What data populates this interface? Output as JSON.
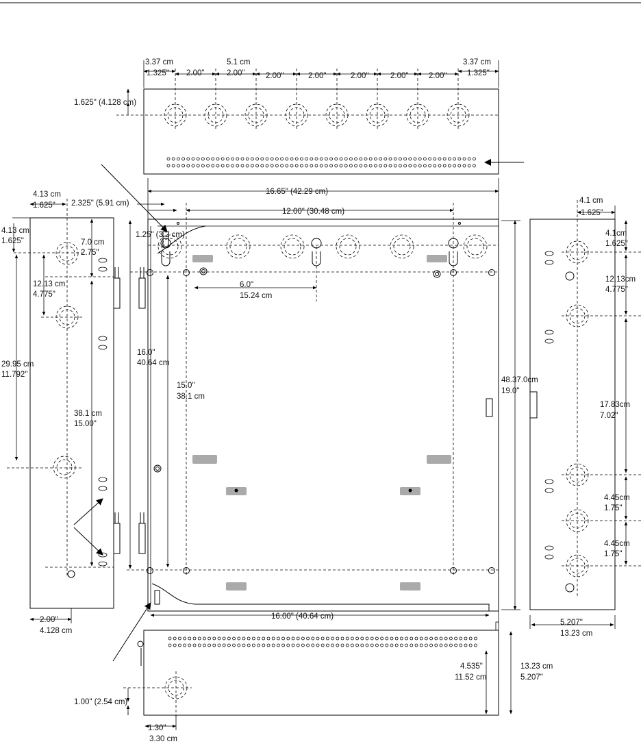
{
  "top_panel": {
    "left_edge_cm": "3.37 cm",
    "left_edge_in": "1.325\"",
    "pitch_cm": "5.1 cm",
    "pitches": [
      "2.00\"",
      "2.00\"",
      "2.00\"",
      "2.00\"",
      "2.00\"",
      "2.00\"",
      "2.00\""
    ],
    "right_edge_cm": "3.37 cm",
    "right_edge_in": "1.325\"",
    "row_offset": "1.625\" (4.128 cm)"
  },
  "front_view": {
    "overall_width": "16.65\" (42.29 cm)",
    "left_offset_in": "1.625\"",
    "left_offset_cm": "4.13  cm",
    "hole_offset": "2.325\" (5.91 cm)",
    "mount_span": "12.00\" (30.48 cm)",
    "tab_offset": "1.25\" (3.2 cm)",
    "keyhole_spacing": [
      "6.0\"",
      "15.24 cm"
    ],
    "outer_height": [
      "16.0\"",
      "40.64 cm"
    ],
    "inner_height": [
      "15.0\"",
      "38.1 cm"
    ],
    "overall_height": [
      "48.37.0cm",
      "19.0\""
    ],
    "inner_width": "16.00\" (40.64 cm)"
  },
  "left_panel": {
    "top_cm": "4.13 cm",
    "top_in": "1.625\"",
    "first_gap": [
      "7.0 cm",
      "2.75\""
    ],
    "second_gap": [
      "12.13 cm",
      "4.775\""
    ],
    "long_gap": [
      "29.95 cm",
      "11.792\""
    ],
    "inner_gap": [
      "38.1 cm",
      "15.00\""
    ],
    "bottom_offset": [
      "2.00\"",
      "4.128  cm"
    ]
  },
  "right_panel": {
    "top_cm": "4.1 cm",
    "top_in": "1.625\"",
    "first_gap": [
      "4.1cm",
      "1.625\""
    ],
    "second_gap": [
      "12.13cm",
      "4.775\""
    ],
    "long_gap": [
      "17.83cm",
      "7.02\""
    ],
    "gap_a": [
      "4.45cm",
      "1.75\""
    ],
    "gap_b": [
      "4.45cm",
      "1.75\""
    ],
    "depth": [
      "5.207\"",
      "13.23 cm"
    ]
  },
  "bottom_panel": {
    "height_in": "4.535\"",
    "height_cm": "11.52 cm",
    "depth": [
      "13.23 cm",
      "5.207\""
    ],
    "row_offset": "1.00\" (2.54 cm)",
    "edge_offset": [
      "1.30\"",
      "3.30 cm"
    ]
  }
}
